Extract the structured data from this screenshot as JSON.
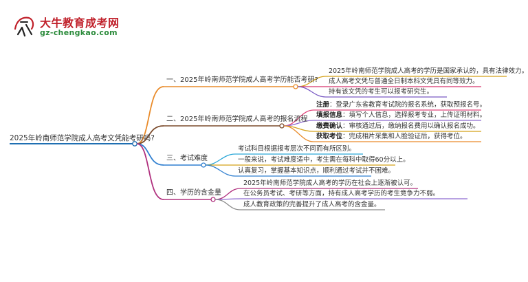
{
  "logo": {
    "title": "大牛教育成考网",
    "url": "gz-chengkao.com",
    "mark_text": "大牛"
  },
  "mindmap": {
    "root": "2025年岭南师范学院成人高考文凭能考研吗?",
    "branches": [
      {
        "label": "一、2025年岭南师范学院成人高考学历能否考研?",
        "color": "#e98b2a",
        "leaves": [
          {
            "label": "",
            "text": "2025年岭南师范学院成人高考的学历是国家承认的，具有法律效力。",
            "color": "#d4a017"
          },
          {
            "label": "",
            "text": "成人高考文凭与普通全日制本科文凭具有同等效力。",
            "color": "#d6336c"
          },
          {
            "label": "",
            "text": "持有该文凭的考生可以报考研究生。",
            "color": "#7b5bc4"
          }
        ]
      },
      {
        "label": "二、2025年岭南师范学院成人高考的报名流程",
        "color": "#7a4a2a",
        "leaves": [
          {
            "label": "注册",
            "text": "：登录广东省教育考试院的报名系统，获取预报名号。",
            "color": "#e0457b"
          },
          {
            "label": "填报信息",
            "text": "：填写个人信息，选择报考专业，上传证明材料。",
            "color": "#8e6bd1"
          },
          {
            "label": "缴费确认",
            "text": "：审核通过后，缴纳报名费用以确认报名成功。",
            "color": "#d4a017"
          },
          {
            "label": "获取考位",
            "text": "：完成相片采集和人脸验证后，获得考位。",
            "color": "#e98b2a"
          }
        ]
      },
      {
        "label": "三、考试难度",
        "color": "#2f7fd0",
        "leaves": [
          {
            "label": "",
            "text": "考试科目根据报考层次不同而有所区别。",
            "color": "#2ba7d8"
          },
          {
            "label": "",
            "text": "一般来说，考试难度适中，考生需在每科中取得60分以上。",
            "color": "#d4a017"
          },
          {
            "label": "",
            "text": "认真复习，掌握基本知识点，顺利通过考试并不困难。",
            "color": "#2f7fd0"
          }
        ]
      },
      {
        "label": "四、学历的含金量",
        "color": "#b0307e",
        "leaves": [
          {
            "label": "",
            "text": "2025年岭南师范学院成人高考的学历在社会上逐渐被认可。",
            "color": "#b0307e"
          },
          {
            "label": "",
            "text": "在公务员考试、考研等方面，持有成人高考学历的考生竞争力不弱。",
            "color": "#8e6bd1"
          },
          {
            "label": "",
            "text": "成人教育政策的完善提升了成人高考的含金量。",
            "color": "#8a8a8a"
          }
        ]
      }
    ],
    "root_color": "#1f6fb2"
  }
}
